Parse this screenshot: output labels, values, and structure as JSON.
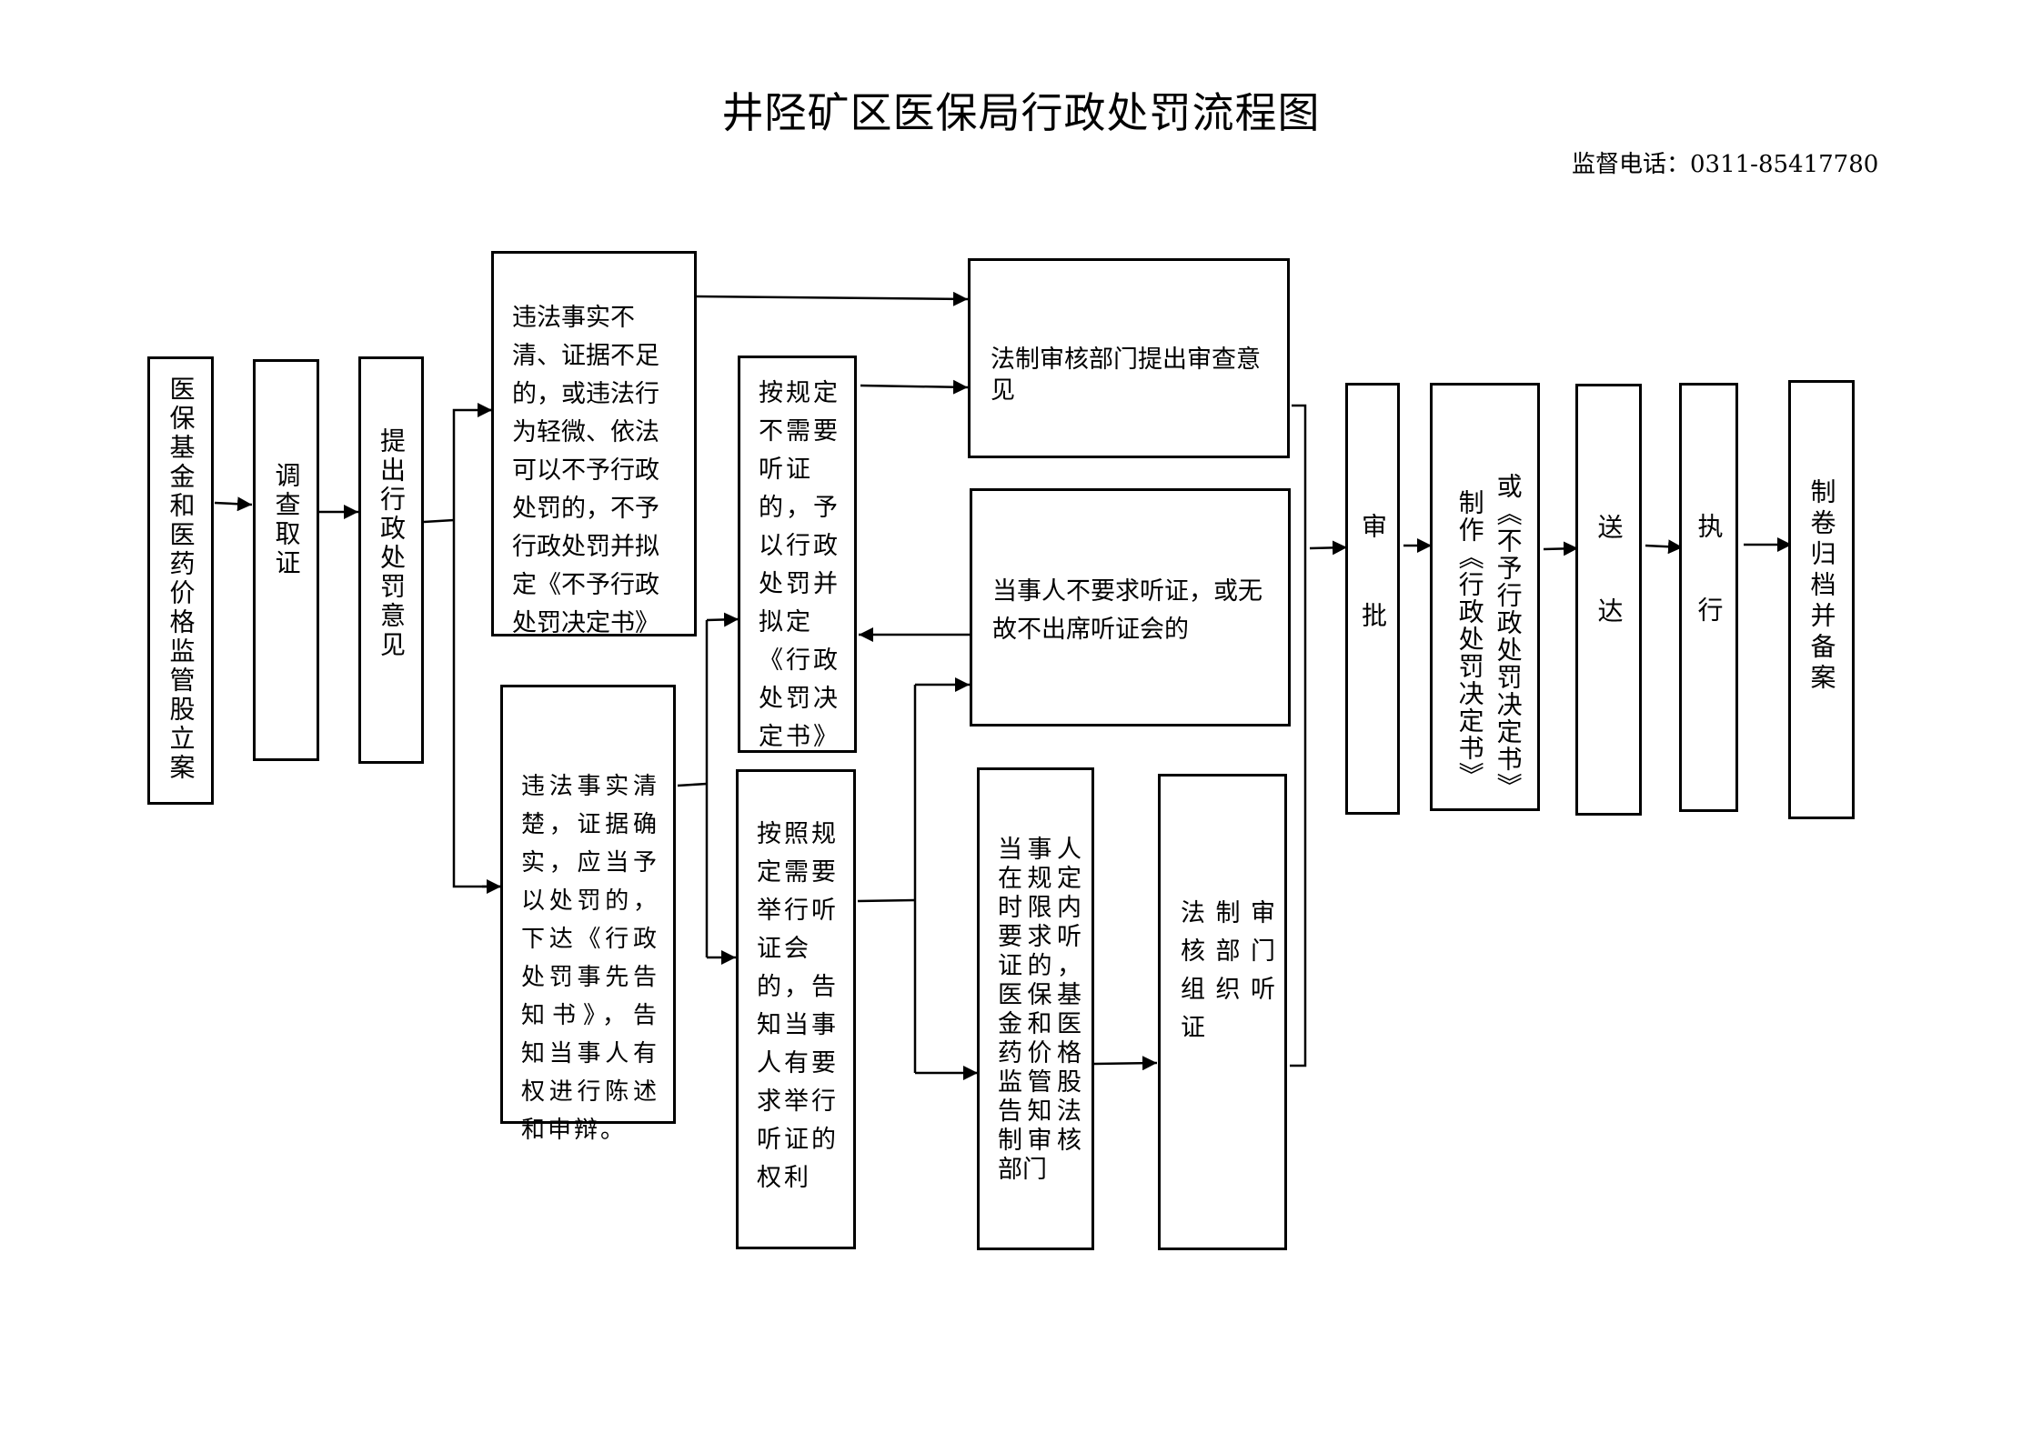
{
  "header": {
    "title": "井陉矿区医保局行政处罚流程图",
    "phone_label": "监督电话：0311-85417780"
  },
  "steps": {
    "filing": "医保基金和医药价格监管股立案",
    "investigation": "调查取证",
    "proposal": "提出行政处罚意见",
    "no_penalty": "违法事实不清、证据不足的，或违法行为轻微、依法可以不予行政处罚的，不予行政处罚并拟定《不予行政处罚决定书》",
    "penalty_notice": "违法事实清楚，证据确实，应当予以处罚的，下达《行政处罚事先告知书》，告知当事人有权进行陈述和申辩。",
    "no_hearing_needed": "按规定不需要听证的，予以行政处罚并拟定《行政处罚决定书》",
    "hearing_needed": "按照规定需要举行听证会的，告知当事人有要求举行听证的权利",
    "legal_review": "法制审核部门提出审查意见",
    "no_hearing_request": "当事人不要求听证，或无故不出席听证会的",
    "hearing_request": "当事人在规定时限内要求听证的，医保基金和医药价格监管股告知法制审核部门",
    "organize_hearing": "法制审核部门组织听证",
    "approval": "审批",
    "make_decision_a": "制作《行政处罚决定书》",
    "make_decision_b": "或《不予行政处罚决定书》",
    "delivery": "送达",
    "execution": "执行",
    "archive": "制卷归档并备案"
  },
  "style": {
    "line_color": "#000000",
    "background": "#ffffff"
  }
}
